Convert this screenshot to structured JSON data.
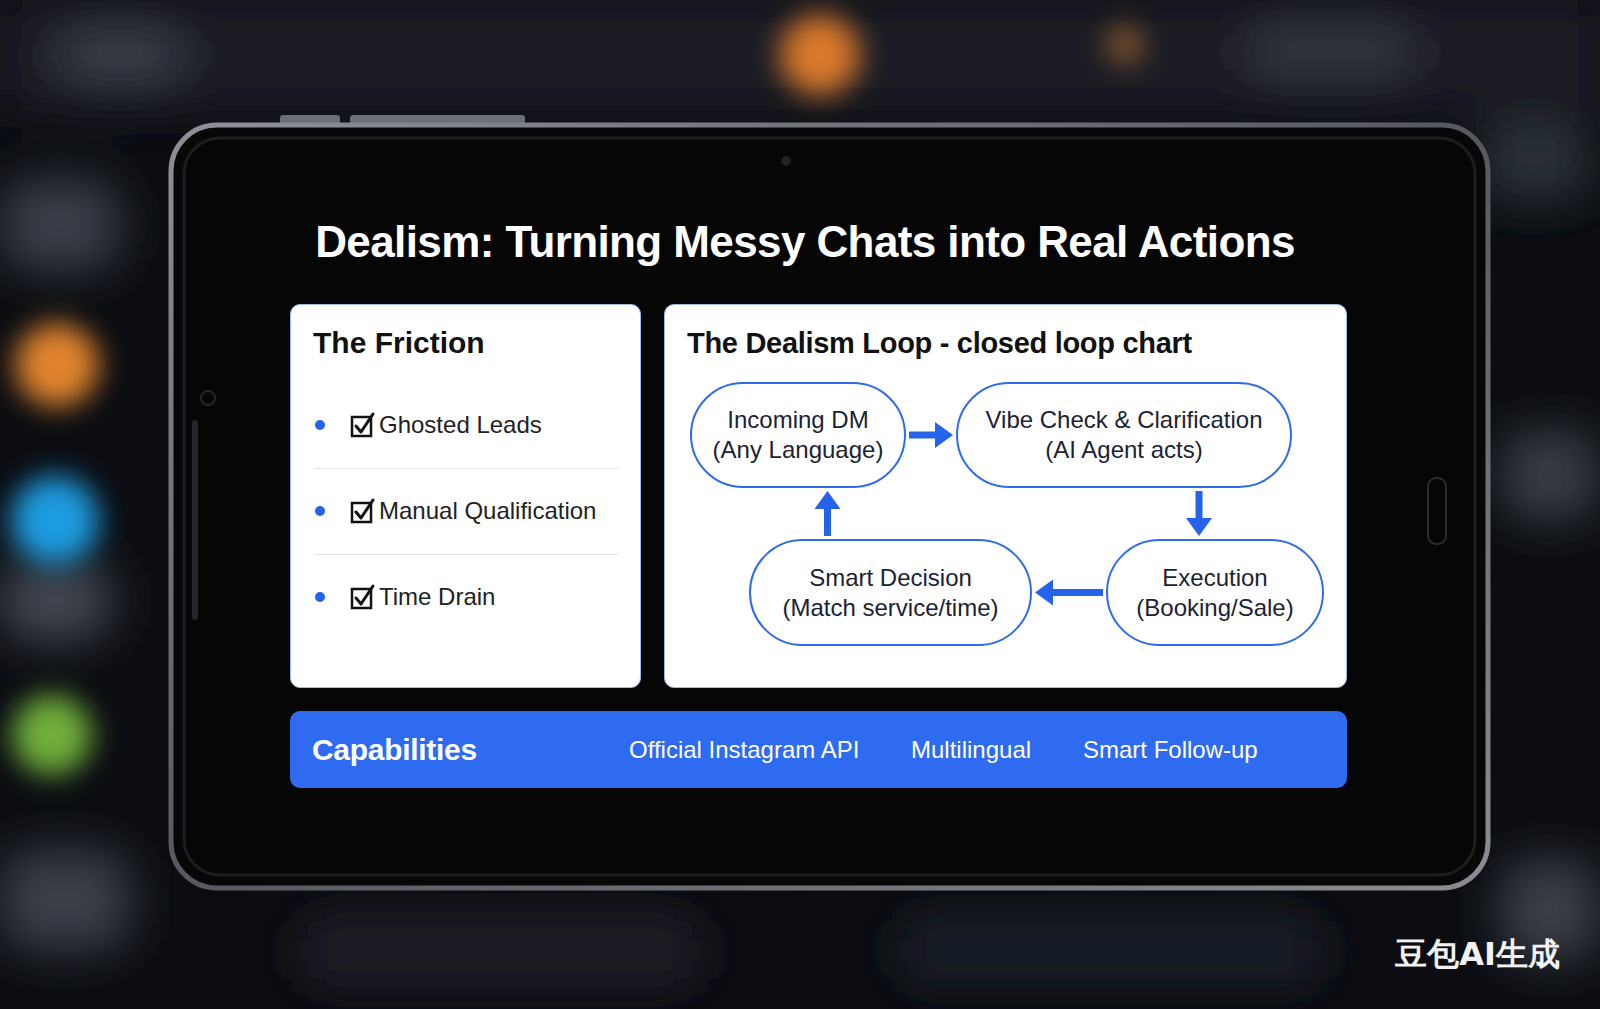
{
  "diagram": {
    "title": "Dealism: Turning Messy Chats into Real Actions",
    "nodes": [
      {
        "text": [
          "The Friction",
          "Ghosted Leads",
          "Manual Qualification",
          "Time Drain"
        ]
      },
      {
        "text": [
          "The Dealism Loop - closed loop chart"
        ]
      },
      {
        "text": [
          "Incoming DM",
          "(Any Language)"
        ],
        "in": 1
      },
      {
        "text": [
          "Vibe Check & Clarification",
          "(AI Agent acts)"
        ],
        "in": 1
      },
      {
        "text": [
          "Smart Decision",
          "(Match service/time)"
        ],
        "in": 1
      },
      {
        "text": [
          "Execution",
          "(Booking/Sale)"
        ],
        "in": 1
      },
      {
        "text": [
          "Capabilities",
          "Official Instagram API",
          "Multilingual",
          "Smart Follow-up"
        ]
      }
    ],
    "edges": [
      {
        "from": 2,
        "to": 3,
        "arrow": "to"
      },
      {
        "from": 3,
        "to": 5,
        "arrow": "to"
      },
      {
        "from": 5,
        "to": 4,
        "arrow": "to"
      },
      {
        "from": 4,
        "to": 2,
        "arrow": "to"
      }
    ],
    "labels": [
      "豆包AI生成"
    ]
  }
}
